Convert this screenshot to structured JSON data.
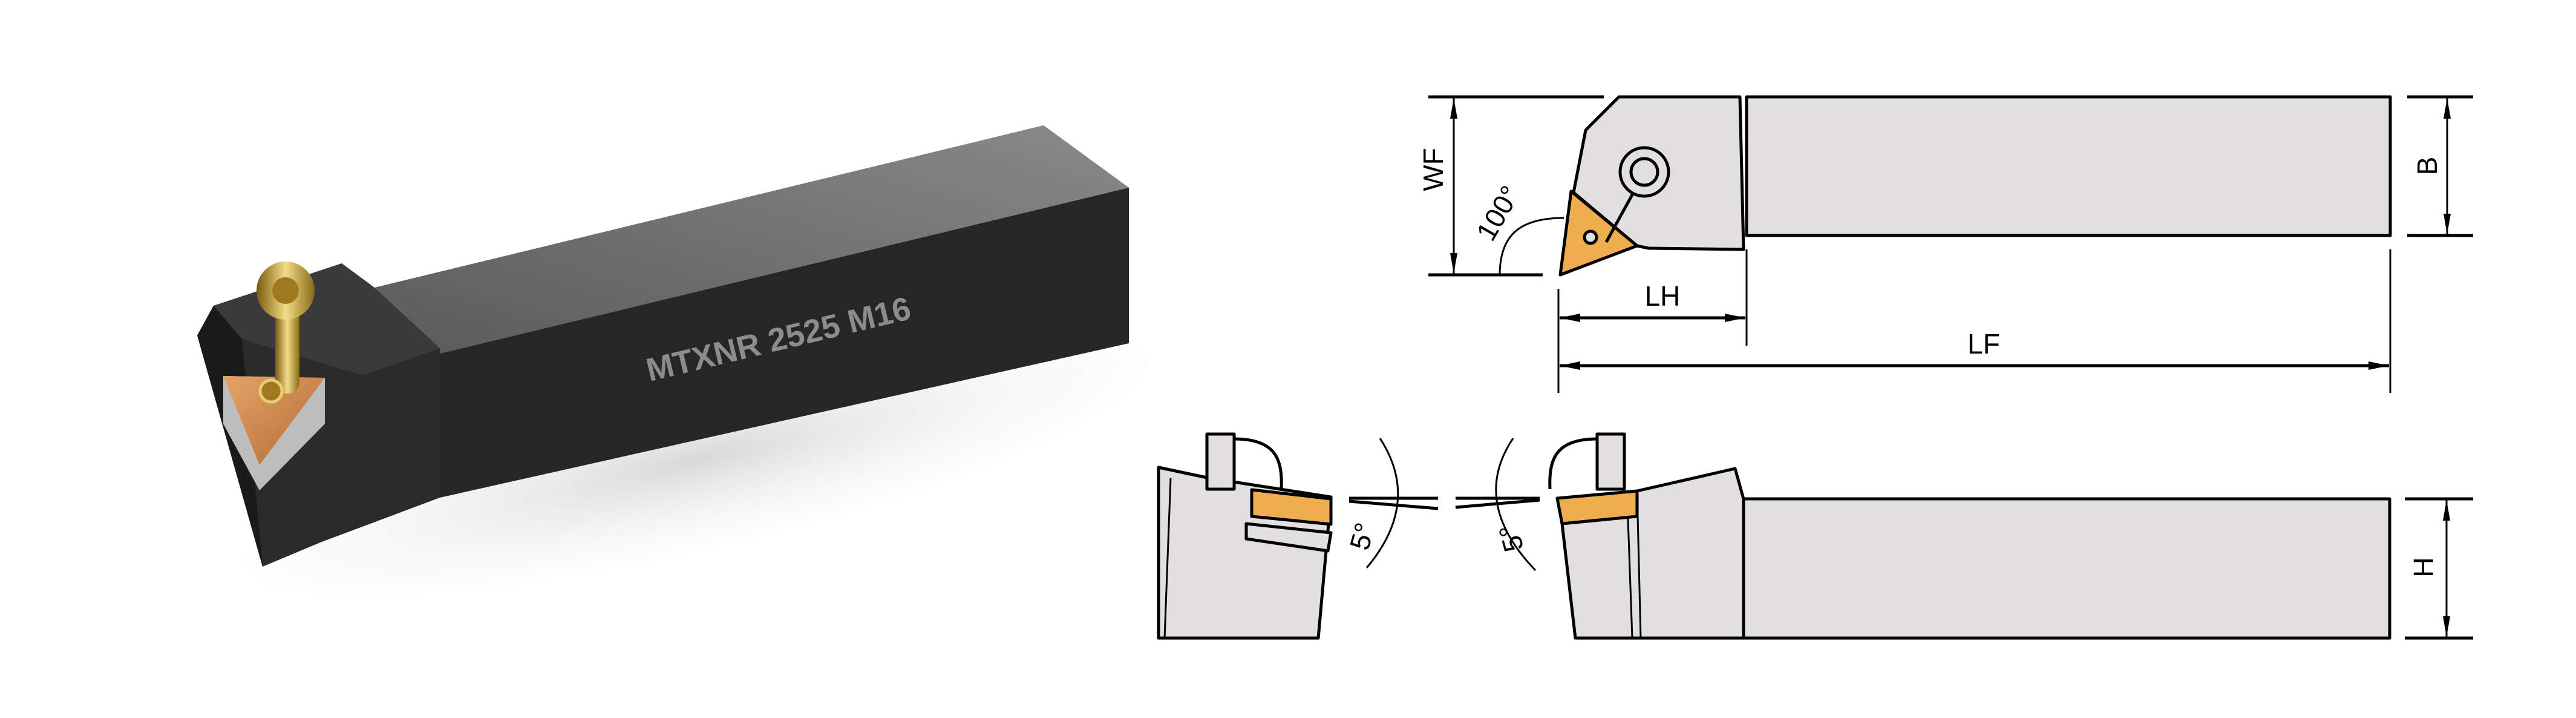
{
  "product": {
    "model_label": "MTXNR 2525 M16"
  },
  "top_view": {
    "dim_wf": "WF",
    "dim_b": "B",
    "dim_lh": "LH",
    "dim_lf": "LF",
    "angle_entry": "100°"
  },
  "side_views": {
    "angle_left": "5°",
    "angle_right": "5°",
    "dim_h": "H"
  },
  "colors": {
    "insert": "#eeae4e",
    "holder_drawing": "#e1dfe0",
    "holder_render": "#1f1f1f",
    "clamp": "#c9a43a"
  }
}
